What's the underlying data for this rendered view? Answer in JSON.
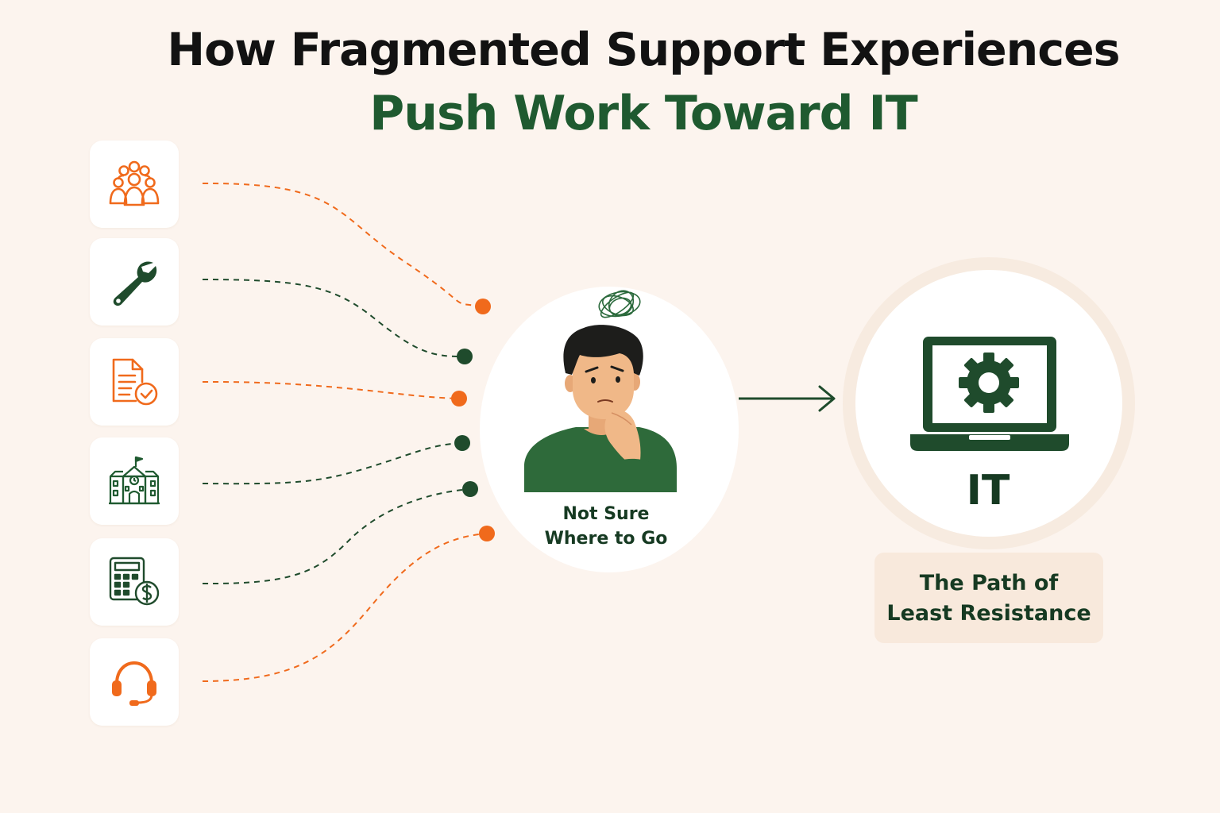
{
  "title": {
    "line1": "How Fragmented Support Experiences",
    "line2": "Push Work Toward IT"
  },
  "sources": [
    {
      "name": "people-group-icon",
      "color": "#f06a1c"
    },
    {
      "name": "wrench-icon",
      "color": "#1f4b2c"
    },
    {
      "name": "document-check-icon",
      "color": "#f06a1c"
    },
    {
      "name": "school-building-icon",
      "color": "#1f5a30"
    },
    {
      "name": "calculator-dollar-icon",
      "color": "#1f4b2c"
    },
    {
      "name": "headset-icon",
      "color": "#f06a1c"
    }
  ],
  "person": {
    "label_line1": "Not Sure",
    "label_line2": "Where to Go"
  },
  "it_hub": {
    "label": "IT"
  },
  "path": {
    "label_line1": "The Path of",
    "label_line2": "Least Resistance"
  },
  "colors": {
    "background": "#fcf4ee",
    "orange": "#f06a1c",
    "dark_green": "#1f4b2c",
    "title_green": "#1f5a30"
  }
}
